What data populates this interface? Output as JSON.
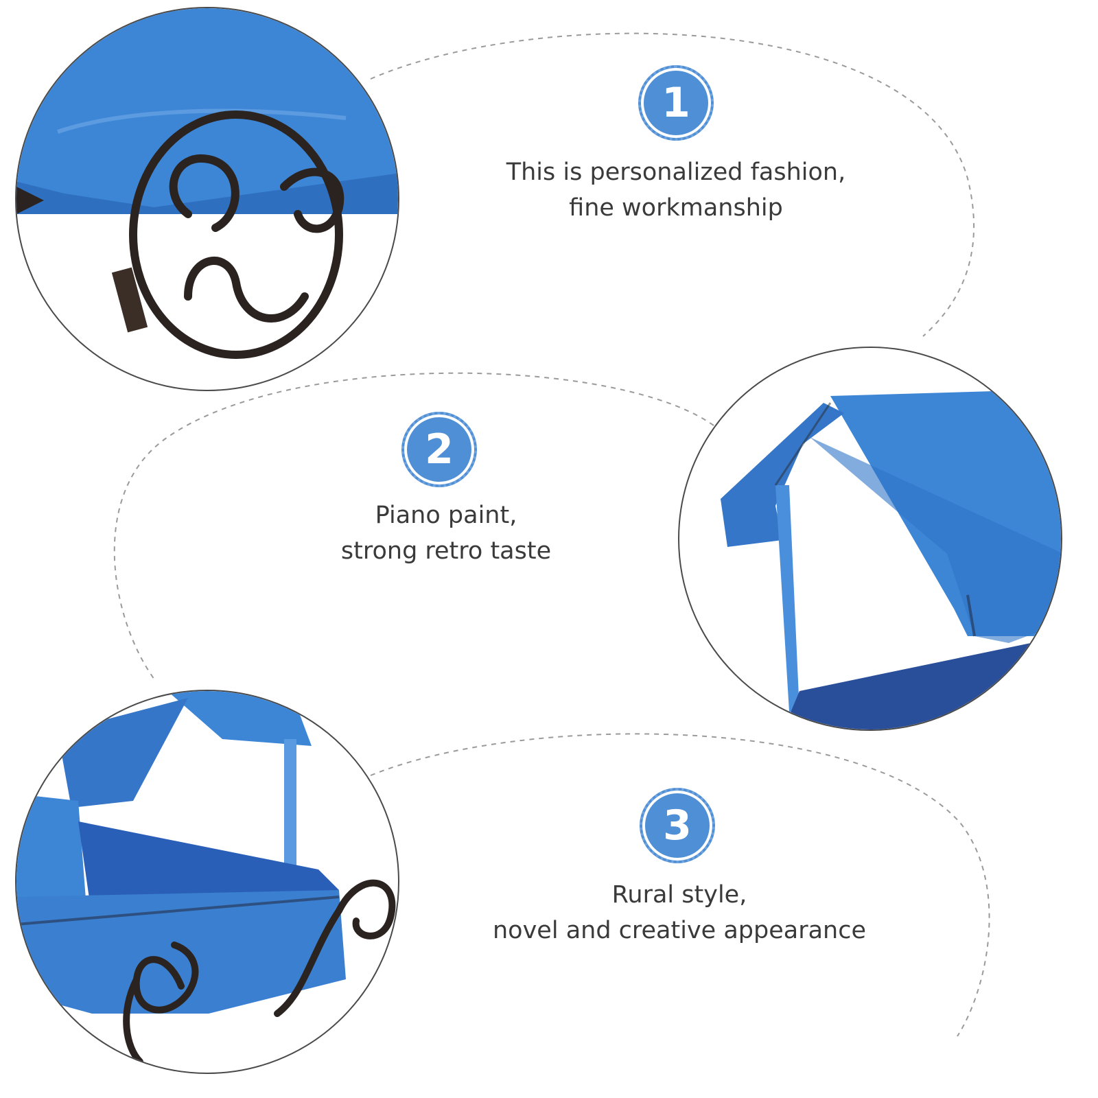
{
  "features": [
    {
      "number": "1",
      "line1": "This is personalized fashion,",
      "line2": "fine workmanship"
    },
    {
      "number": "2",
      "line1": "Piano paint,",
      "line2": "strong retro taste"
    },
    {
      "number": "3",
      "line1": "Rural style,",
      "line2": "novel and creative appearance"
    }
  ],
  "colors": {
    "badge": "#4f8fd6",
    "metal_blue": "#3d86d6",
    "metal_dark": "#2a4f9a",
    "wire": "#2b2320",
    "text": "#3a3a3a"
  },
  "icons": {
    "photo_1": "wheel-closeup-photo",
    "photo_2": "roof-closeup-photo",
    "photo_3": "cart-closeup-photo"
  }
}
